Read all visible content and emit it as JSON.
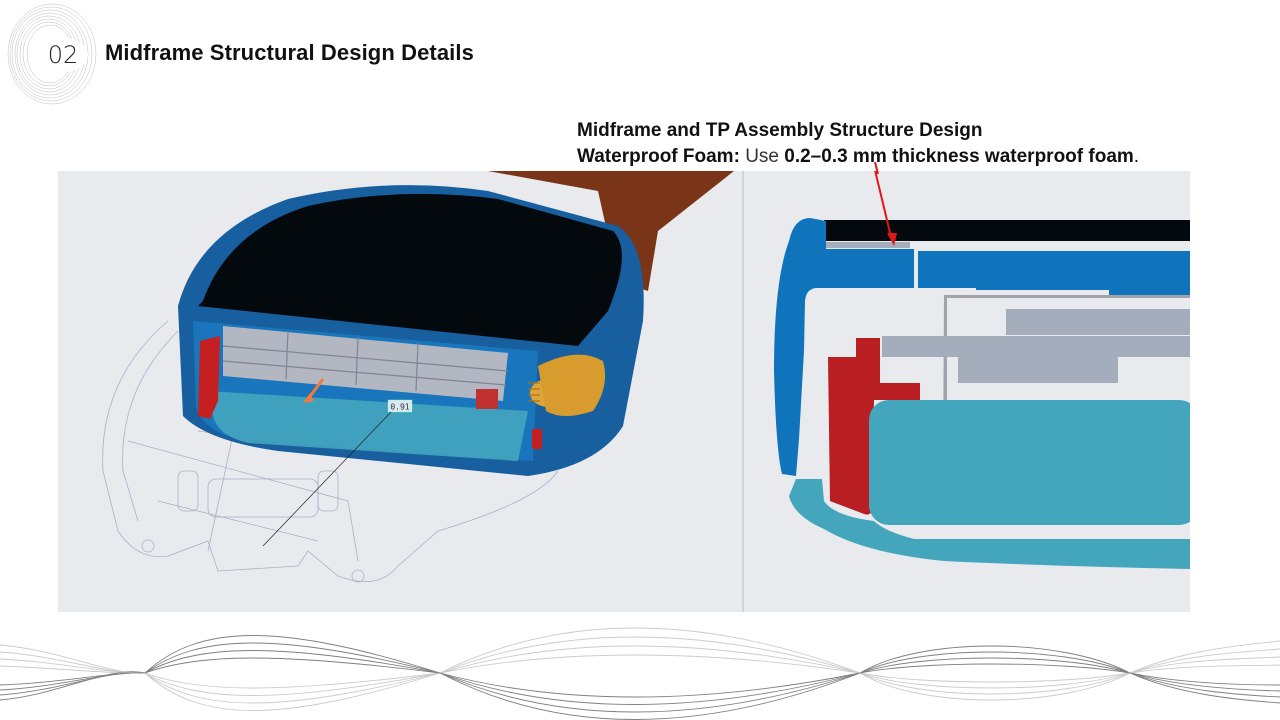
{
  "slide": {
    "section_number": "02",
    "title": "Midframe Structural Design Details"
  },
  "caption": {
    "heading": "Midframe and TP Assembly Structure Design",
    "label": "Waterproof Foam:",
    "use_word": "Use",
    "spec": "0.2–0.3 mm thickness waterproof foam",
    "period": "."
  },
  "left_figure": {
    "description": "3D cutaway CAD render of smartwatch midframe",
    "dimension_label": "0.91"
  },
  "right_figure": {
    "description": "2D cross-section of midframe and TP assembly with foam callout arrow"
  },
  "colors": {
    "midframe_blue": "#0f74bb",
    "display_black": "#03090d",
    "battery_teal": "#44a6bd",
    "bracket_red": "#b81e22",
    "foam_gray": "#a3adbb",
    "strap_brown": "#7a3418",
    "crown_gold": "#d79c2d",
    "callout_red": "#e01818",
    "figure_bg": "#e9eaee"
  }
}
